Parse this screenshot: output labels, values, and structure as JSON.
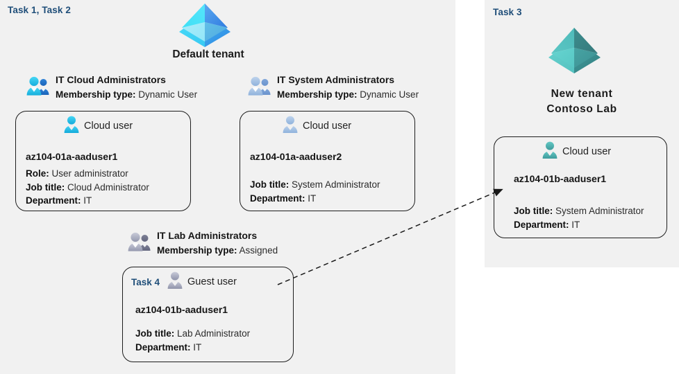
{
  "diagram": {
    "title_hidden": "",
    "accent_task_color": "#1F4E79",
    "panel_color": "#F1F1F1",
    "tenant_blue": "#3FC6F0",
    "tenant_teal": "#4EB3AE"
  },
  "panels": {
    "left": {
      "task_label": "Task 1, Task 2"
    },
    "right": {
      "task_label": "Task 3"
    }
  },
  "tenants": {
    "default": {
      "icon": "azure-ad-tenant-icon",
      "title": "Default tenant"
    },
    "new": {
      "icon": "azure-ad-tenant-icon",
      "line1": "New  tenant",
      "line2": "Contoso Lab"
    }
  },
  "groups": [
    {
      "id": "it-cloud-administrators",
      "icon": "group-users-icon",
      "name": "IT Cloud Administrators",
      "membership_label": "Membership type:",
      "membership_value": "Dynamic User"
    },
    {
      "id": "it-system-administrators",
      "icon": "group-users-icon",
      "name": "IT System Administrators",
      "membership_label": "Membership type:",
      "membership_value": "Dynamic User"
    },
    {
      "id": "it-lab-administrators",
      "icon": "group-users-icon",
      "name": "IT Lab Administrators",
      "membership_label": "Membership type:",
      "membership_value": "Assigned"
    }
  ],
  "users": [
    {
      "id": "az104-01a-aaduser1",
      "task": "",
      "icon": "cloud-user-icon",
      "user_type": "Cloud user",
      "username": "az104-01a-aaduser1",
      "attrs": [
        {
          "label": "Role:",
          "value": "User administrator"
        },
        {
          "label": "Job title:",
          "value": "Cloud Administrator"
        },
        {
          "label": "Department:",
          "value": "IT"
        }
      ]
    },
    {
      "id": "az104-01a-aaduser2",
      "task": "",
      "icon": "cloud-user-icon",
      "user_type": "Cloud user",
      "username": "az104-01a-aaduser2",
      "attrs": [
        {
          "label": "Job title:",
          "value": "System Administrator"
        },
        {
          "label": "Department:",
          "value": "IT"
        }
      ]
    },
    {
      "id": "az104-01b-aaduser1-guest",
      "task": "Task 4",
      "icon": "guest-user-icon",
      "user_type": "Guest user",
      "username": "az104-01b-aaduser1",
      "attrs": [
        {
          "label": "Job title:",
          "value": "Lab Administrator"
        },
        {
          "label": "Department:",
          "value": "IT"
        }
      ]
    },
    {
      "id": "az104-01b-aaduser1-cloud",
      "task": "",
      "icon": "cloud-user-icon",
      "user_type": "Cloud user",
      "username": "az104-01b-aaduser1",
      "attrs": [
        {
          "label": "Job title:",
          "value": "System Administrator"
        },
        {
          "label": "Department:",
          "value": "IT"
        }
      ]
    }
  ],
  "connector": {
    "name": "guest-invitation-arrow",
    "style": "dashed",
    "from": "az104-01b-aaduser1-guest",
    "to": "az104-01b-aaduser1-cloud"
  }
}
